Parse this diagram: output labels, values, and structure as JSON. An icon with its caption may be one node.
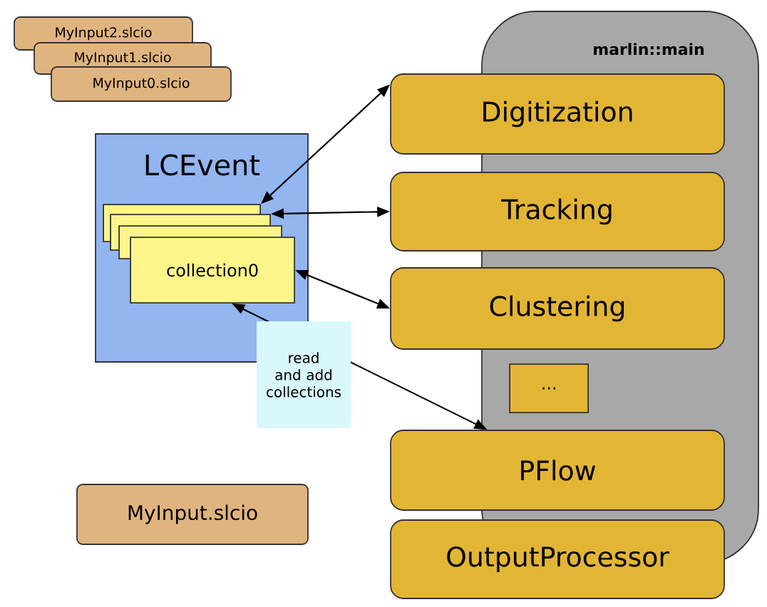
{
  "diagram": {
    "nodes": [
      {
        "text": [
          "MyInput2.slcio"
        ]
      },
      {
        "text": [
          "MyInput1.slcio"
        ]
      },
      {
        "text": [
          "MyInput0.slcio"
        ]
      },
      {
        "text": [
          "LCEvent"
        ]
      },
      {
        "text": [],
        "shape": "box",
        "in": 3
      },
      {
        "text": [],
        "shape": "box",
        "in": 3
      },
      {
        "text": [],
        "shape": "box",
        "in": 3
      },
      {
        "text": [
          "collection0"
        ],
        "in": 3
      },
      {
        "text": [
          "marlin::main"
        ]
      },
      {
        "text": [
          "Digitization"
        ]
      },
      {
        "text": [
          "Tracking"
        ]
      },
      {
        "text": [
          "Clustering"
        ]
      },
      {
        "text": [
          "..."
        ],
        "in": 8
      },
      {
        "text": [
          "PFlow"
        ]
      },
      {
        "text": [
          "OutputProcessor"
        ]
      },
      {
        "text": [
          "MyInput.slcio"
        ]
      }
    ],
    "edges": [
      {
        "from": 4,
        "to": 9,
        "arrow": "both"
      },
      {
        "from": 5,
        "to": 10,
        "arrow": "both"
      },
      {
        "from": 7,
        "to": 11,
        "arrow": "both"
      },
      {
        "from": 7,
        "to": 13,
        "label": "read and add collections",
        "arrow": "both"
      }
    ]
  }
}
